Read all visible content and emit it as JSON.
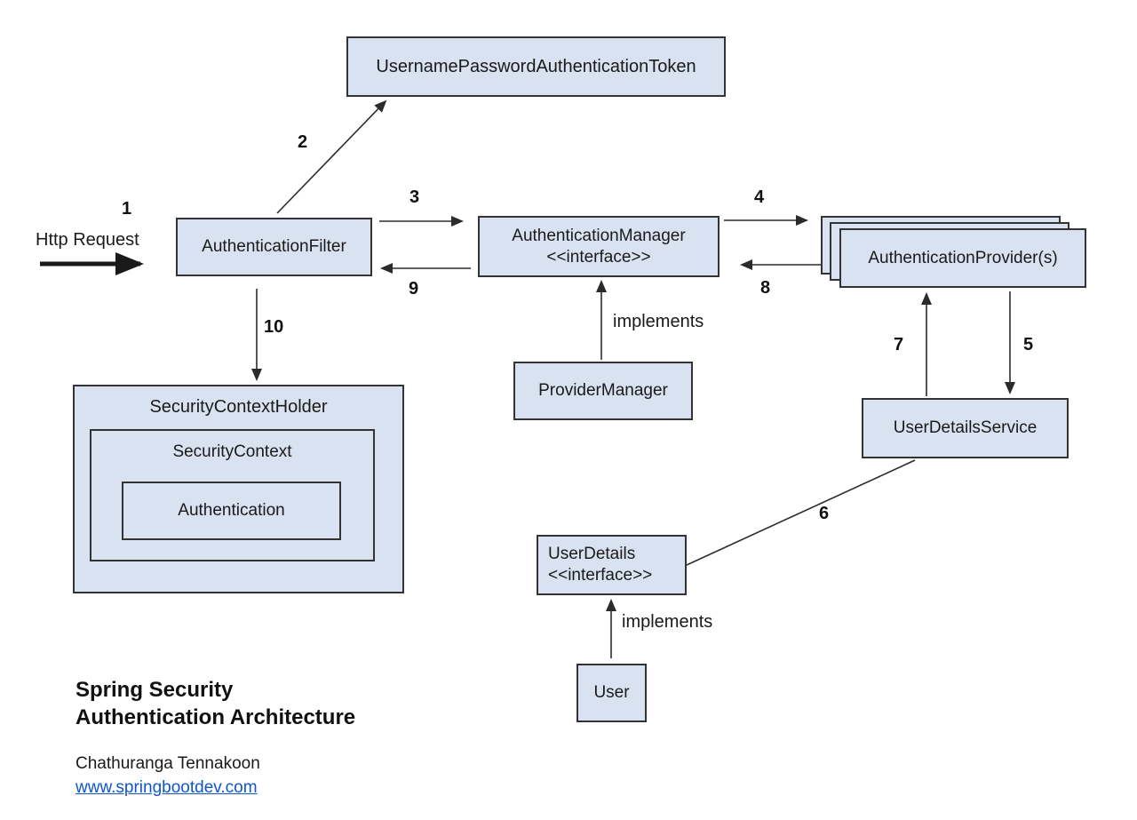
{
  "diagram": {
    "http_request_label": "Http Request",
    "nodes": {
      "token": "UsernamePasswordAuthenticationToken",
      "filter": "AuthenticationFilter",
      "manager_line1": "AuthenticationManager",
      "manager_line2": "<<interface>>",
      "providers": "AuthenticationProvider(s)",
      "provider_manager": "ProviderManager",
      "user_details_service": "UserDetailsService",
      "user_details_line1": "UserDetails",
      "user_details_line2": "<<interface>>",
      "user": "User",
      "security_context_holder": "SecurityContextHolder",
      "security_context": "SecurityContext",
      "authentication": "Authentication"
    },
    "steps": {
      "s1": "1",
      "s2": "2",
      "s3": "3",
      "s4": "4",
      "s5": "5",
      "s6": "6",
      "s7": "7",
      "s8": "8",
      "s9": "9",
      "s10": "10"
    },
    "labels": {
      "implements_manager": "implements",
      "implements_user": "implements"
    },
    "footer": {
      "title_line1": "Spring Security",
      "title_line2": "Authentication Architecture",
      "author": "Chathuranga Tennakoon",
      "link": "www.springbootdev.com"
    },
    "colors": {
      "box_fill": "#d9e2f0",
      "box_border": "#333333",
      "arrow_color": "#2b2b2b",
      "text_color": "#1a1a1a",
      "link_color": "#1155cc",
      "background": "#ffffff"
    }
  }
}
